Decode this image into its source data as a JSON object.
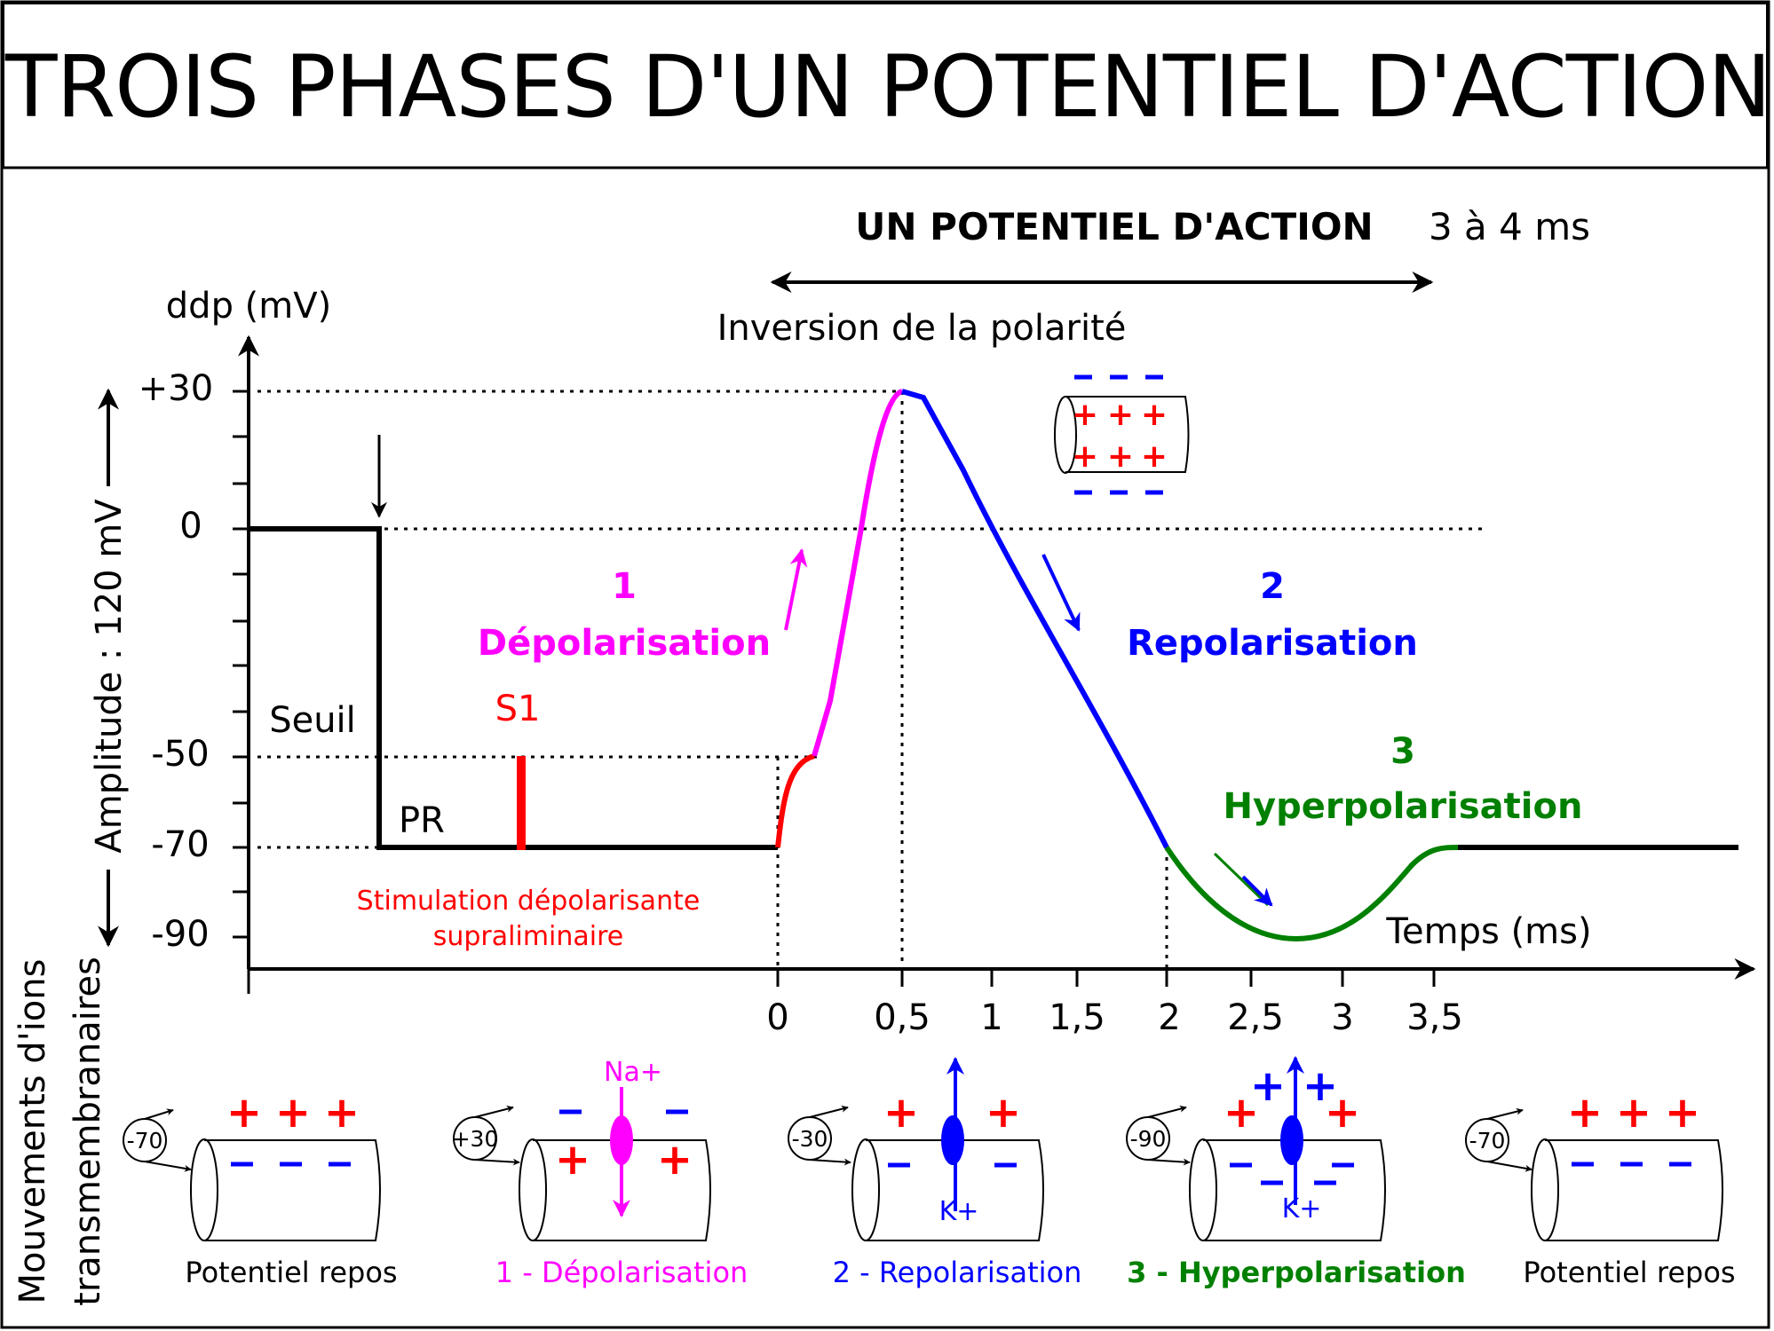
{
  "title": "TROIS PHASES D'UN POTENTIEL D'ACTION",
  "header": {
    "ap_label": "UN POTENTIEL D'ACTION",
    "ap_duration": "3 à 4 ms",
    "inversion": "Inversion de la polarité"
  },
  "axes": {
    "y_label": "ddp (mV)",
    "x_label": "Temps (ms)",
    "amplitude": "Amplitude : 120 mV",
    "y_ticks": [
      "+30",
      "0",
      "-50",
      "-70",
      "-90"
    ],
    "x_ticks": [
      "0",
      "0,5",
      "1",
      "1,5",
      "2",
      "2,5",
      "3",
      "3,5"
    ]
  },
  "annotations": {
    "seuil": "Seuil",
    "pr": "PR",
    "s1": "S1",
    "stim_line1": "Stimulation dépolarisante",
    "stim_line2": "supraliminaire"
  },
  "phases": [
    {
      "number": "1",
      "name": "Dépolarisation",
      "color": "#ff00ff"
    },
    {
      "number": "2",
      "name": "Repolarisation",
      "color": "#0000ff"
    },
    {
      "number": "3",
      "name": "Hyperpolarisation",
      "color": "#008000"
    }
  ],
  "side_label": {
    "line1": "Mouvements d'ions",
    "line2": "transmembranaires"
  },
  "cells": [
    {
      "potential": "-70",
      "caption": "Potentiel repos",
      "color": "#000000"
    },
    {
      "potential": "+30",
      "caption": "1 - Dépolarisation",
      "color": "#ff00ff",
      "ion": "Na+"
    },
    {
      "potential": "-30",
      "caption": "2 - Repolarisation",
      "color": "#0000ff",
      "ion": "K+"
    },
    {
      "potential": "-90",
      "caption": "3 - Hyperpolarisation",
      "color": "#008000",
      "ion": "K+"
    },
    {
      "potential": "-70",
      "caption": "Potentiel repos",
      "color": "#000000"
    }
  ],
  "colors": {
    "positive": "#ff0000",
    "negative": "#0000ff",
    "depol": "#ff00ff",
    "repol": "#0000ff",
    "hyper": "#008000",
    "stim": "#ff0000"
  }
}
